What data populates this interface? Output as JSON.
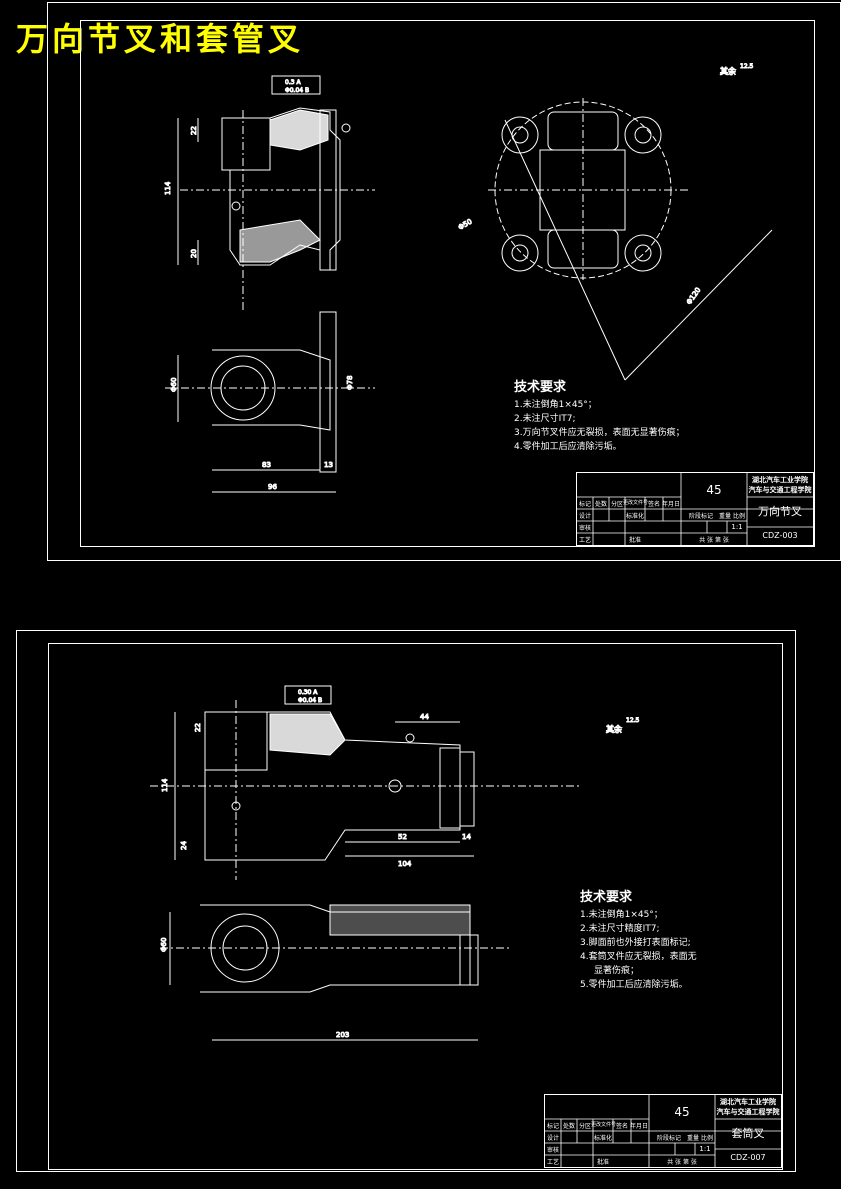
{
  "page_title": "万向节叉和套管叉",
  "drawings": [
    {
      "id": "universal-joint-fork",
      "roughness_note": "其余",
      "roughness_value": "12.5",
      "tech_req_title": "技术要求",
      "tech_req": [
        "1.未注倒角1×45°；",
        "2.未注尺寸IT7;",
        "3.万向节叉件应无裂损，表面无显著伤痕；",
        "4.零件加工后应清除污垢。"
      ],
      "material": "45",
      "school": "湖北汽车工业学院",
      "dept": "汽车与交通工程学院",
      "part_name": "万向节叉",
      "drawing_no": "CDZ-003",
      "scale": "1:1",
      "sheets": "共 张 第 张",
      "dims": [
        "114",
        "22",
        "20",
        "96",
        "83",
        "13",
        "Φ60",
        "Φ78",
        "Φ120",
        "Φ50",
        "0.3 A",
        "Φ0.04 B"
      ]
    },
    {
      "id": "sleeve-fork",
      "roughness_note": "其余",
      "roughness_value": "12.5",
      "tech_req_title": "技术要求",
      "tech_req": [
        "1.未注倒角1×45°；",
        "2.未注尺寸精度IT7;",
        "3.脚面前也外接打表面标记;",
        "4.套筒叉件应无裂损，表面无",
        "显著伤痕；",
        "5.零件加工后应清除污垢。"
      ],
      "material": "45",
      "school": "湖北汽车工业学院",
      "dept": "汽车与交通工程学院",
      "part_name": "套筒叉",
      "drawing_no": "CDZ-007",
      "scale": "1:1",
      "sheets": "共 张 第 张",
      "dims": [
        "114",
        "22",
        "24",
        "44",
        "52",
        "104",
        "14",
        "203",
        "Φ60",
        "0.30 A",
        "Φ0.04 B"
      ]
    }
  ],
  "title_block_labels": {
    "designer": "设计",
    "checker": "审核",
    "process": "工艺",
    "approve": "批准",
    "marking": "阶段标记",
    "weight": "重量",
    "ratio": "比例",
    "mark": "标记",
    "count": "处数",
    "zone": "分区",
    "doc": "更改文件号",
    "sign": "签名",
    "date": "年月日",
    "standard": "标准化"
  },
  "colors": {
    "background": "#000000",
    "line": "#ffffff",
    "title": "#ffff00",
    "hatch": "#ffffff"
  }
}
